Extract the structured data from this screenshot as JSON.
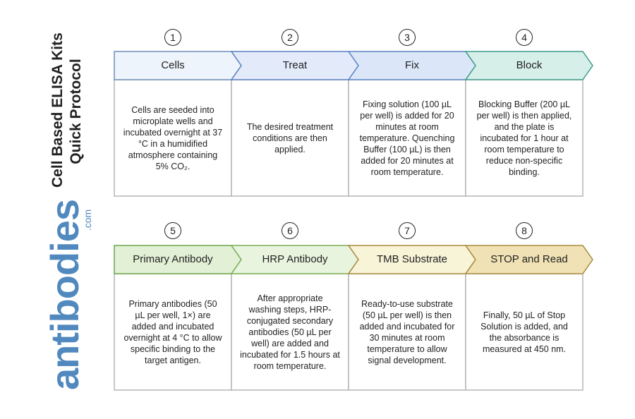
{
  "title": {
    "line1": "Cell Based ELISA Kits",
    "line2": "Quick Protocol"
  },
  "logo": {
    "text": "antibodies",
    "suffix": ".com",
    "color": "#5189bf"
  },
  "rows": [
    {
      "steps": [
        {
          "number": "1",
          "label": "Cells",
          "fill": "#eef4fb",
          "stroke": "#6f8fb8",
          "text": "Cells are seeded into microplate wells and incubated overnight at 37 °C in a humidified atmosphere containing 5% CO₂."
        },
        {
          "number": "2",
          "label": "Treat",
          "fill": "#e3ebfa",
          "stroke": "#5b7fc0",
          "text": "The desired treatment conditions are then applied."
        },
        {
          "number": "3",
          "label": "Fix",
          "fill": "#dbe7f8",
          "stroke": "#5b84c4",
          "text": "Fixing solution (100 µL per well) is added for 20 minutes at room temperature. Quenching Buffer (100 µL) is then added for 20 minutes at room temperature."
        },
        {
          "number": "4",
          "label": "Block",
          "fill": "#d6efe8",
          "stroke": "#3f9a8a",
          "text": "Blocking Buffer (200 µL per well) is then applied, and the plate is incubated for 1 hour at room temperature to reduce non-specific binding."
        }
      ]
    },
    {
      "steps": [
        {
          "number": "5",
          "label": "Primary Antibody",
          "fill": "#e2f1d6",
          "stroke": "#6aa64a",
          "text": "Primary antibodies (50 µL per well, 1×) are added and incubated overnight at 4 °C to allow specific binding to the target antigen."
        },
        {
          "number": "6",
          "label": "HRP Antibody",
          "fill": "#e9f4df",
          "stroke": "#7aae55",
          "text": "After appropriate washing steps, HRP-conjugated secondary antibodies (50 µL per well) are added and incubated for 1.5 hours at room temperature."
        },
        {
          "number": "7",
          "label": "TMB Substrate",
          "fill": "#f8f4d8",
          "stroke": "#a88a40",
          "text": "Ready-to-use substrate (50 µL per well) is then added and incubated for 30 minutes at room temperature to allow signal development."
        },
        {
          "number": "8",
          "label": "STOP and Read",
          "fill": "#f0e2b4",
          "stroke": "#a88a40",
          "text": "Finally, 50 µL of Stop Solution is added, and the absorbance is measured at 450 nm."
        }
      ]
    }
  ]
}
